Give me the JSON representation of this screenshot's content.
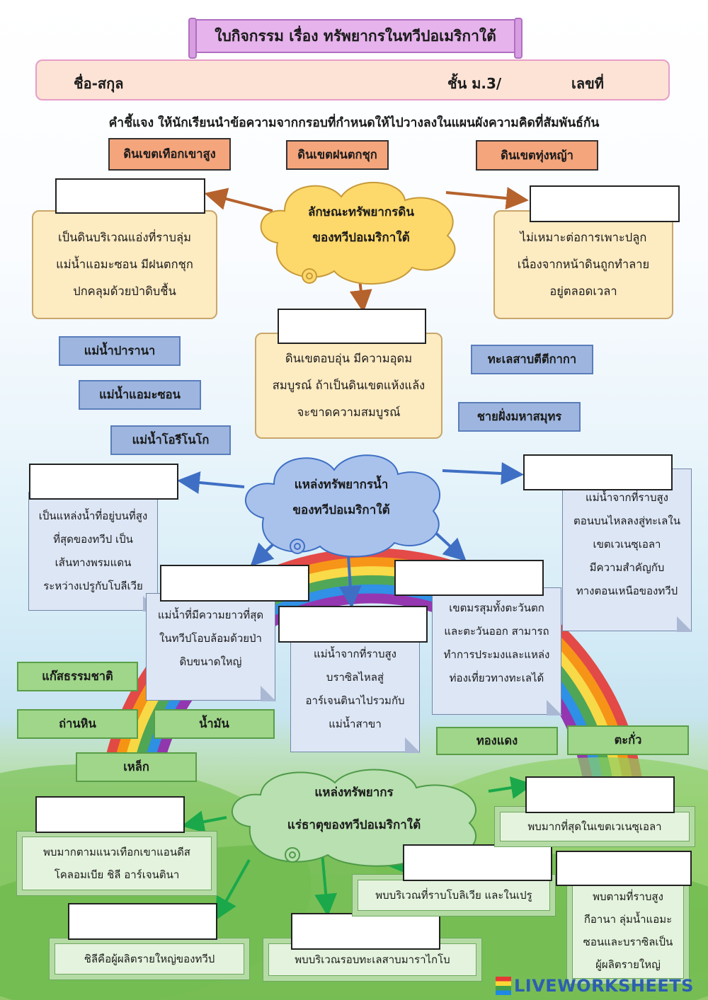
{
  "title": "ใบกิจกรรม เรื่อง ทรัพยากรในทวีปอเมริกาใต้",
  "name_bar": {
    "name_label": "ชื่อ-สกุล",
    "class_label": "ชั้น  ม.3/",
    "number_label": "เลขที่"
  },
  "instruction": "คำชี้แจง    ให้นักเรียนนำข้อความจากกรอบที่กำหนดให้ไปวางลงในแผนผังความคิดที่สัมพันธ์กัน",
  "soil": {
    "options": [
      "ดินเขตเทือกเขาสูง",
      "ดินเขตฝนตกชุก",
      "ดินเขตทุ่งหญ้า"
    ],
    "center": [
      "ลักษณะทรัพยากรดิน",
      "ของทวีปอเมริกาใต้"
    ],
    "desc_left": [
      "เป็นดินบริเวณแอ่งที่ราบลุ่ม",
      "แม่น้ำแอมะซอน มีฝนตกชุก",
      "ปกคลุมด้วยป่าดิบชื้น"
    ],
    "desc_right": [
      "ไม่เหมาะต่อการเพาะปลูก",
      "เนื่องจากหน้าดินถูกทำลาย",
      "อยู่ตลอดเวลา"
    ],
    "desc_bottom": [
      "ดินเขตอบอุ่น มีความอุดม",
      "สมบูรณ์ ถ้าเป็นดินเขตแห้งแล้ง",
      "จะขาดความสมบูรณ์"
    ]
  },
  "water": {
    "options": [
      "แม่น้ำปารานา",
      "แม่น้ำแอมะซอน",
      "แม่น้ำโอรีโนโก",
      "ทะเลสาบตีตีกากา",
      "ชายฝั่งมหาสมุทร"
    ],
    "center": [
      "แหล่งทรัพยากรน้ำ",
      "ของทวีปอเมริกาใต้"
    ],
    "desc1": [
      "เป็นแหล่งน้ำที่อยู่บนที่สูง",
      "ที่สุดของทวีป เป็น",
      "เส้นทางพรมแดน",
      "ระหว่างเปรูกับโบลีเวีย"
    ],
    "desc2": [
      "แม่น้ำที่มีความยาวที่สุด",
      "ในทวีปโอบล้อมด้วยป่า",
      "ดิบขนาดใหญ่"
    ],
    "desc3": [
      "แม่น้ำจากที่ราบสูง",
      "บราซิลไหลสู่",
      "อาร์เจนตินาไปรวมกับ",
      "แม่น้ำสาขา"
    ],
    "desc4": [
      "เขตมรสุมทั้งตะวันตก",
      "และตะวันออก สามารถ",
      "ทำการประมงและแหล่ง",
      "ท่องเที่ยวทางทะเลได้"
    ],
    "desc5": [
      "แม่น้ำจากที่ราบสูง",
      "ตอนบนไหลลงสู่ทะเลใน",
      "เขตเวเนซุเอลา",
      "มีความสำคัญกับ",
      "ทางตอนเหนือของทวีป"
    ]
  },
  "minerals": {
    "options": [
      "แก๊สธรรมชาติ",
      "ถ่านหิน",
      "น้ำมัน",
      "เหล็ก",
      "ทองแดง",
      "ตะกั่ว"
    ],
    "center": [
      "แหล่งทรัพยากร",
      "แร่ธาตุของทวีปอเมริกาใต้"
    ],
    "desc1": [
      "พบมากตามแนวเทือกเขาแอนดีส",
      "โคลอมเบีย ชิลี อาร์เจนตินา"
    ],
    "desc2": [
      "ชิลีคือผู้ผลิตรายใหญ่ของทวีป"
    ],
    "desc3": [
      "พบบริเวณรอบทะเลสาบมาราไกโบ"
    ],
    "desc4": [
      "พบบริเวณที่ราบโบลิเวีย และในเปรู"
    ],
    "desc5": [
      "พบมากที่สุดในเขตเวเนซุเอลา"
    ],
    "desc6": [
      "พบตามที่ราบสูง",
      "กีอานา ลุ่มน้ำแอมะ",
      "ซอนและบราซิลเป็น",
      "ผู้ผลิตรายใหญ่"
    ]
  },
  "watermark": "LIVEWORKSHEETS"
}
